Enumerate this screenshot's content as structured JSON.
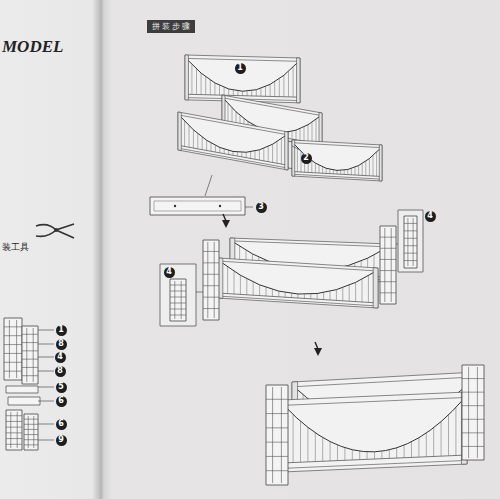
{
  "diagram": {
    "nodes": [
      {
        "text": [
          "1"
        ]
      },
      {
        "text": [
          "8"
        ]
      },
      {
        "text": [
          "4"
        ]
      },
      {
        "text": [
          "8"
        ]
      },
      {
        "text": [
          "5"
        ]
      },
      {
        "text": [
          "6"
        ]
      },
      {
        "text": [
          "6"
        ]
      },
      {
        "text": [
          "9"
        ]
      },
      {
        "text": [
          "拼装步骤"
        ]
      },
      {
        "text": [
          "1"
        ]
      },
      {
        "text": [
          "2"
        ]
      },
      {
        "text": [
          "3"
        ]
      },
      {
        "text": [
          "4"
        ]
      },
      {
        "text": [
          "4"
        ]
      }
    ],
    "labels": [
      "MODEL",
      "装工具"
    ]
  }
}
